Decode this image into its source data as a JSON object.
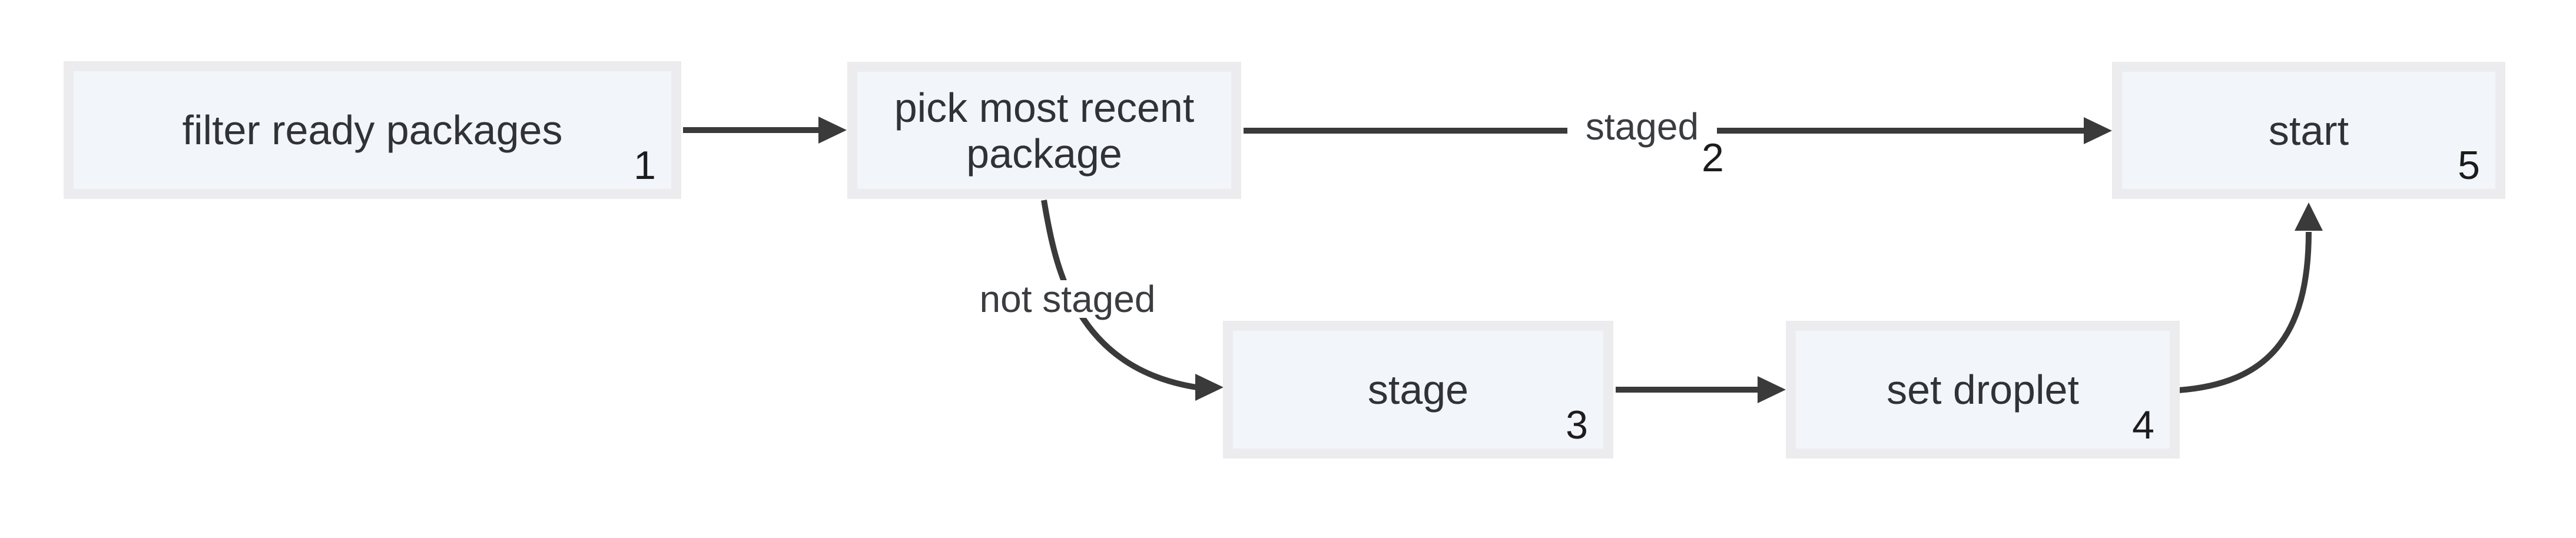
{
  "canvas": {
    "background": "#ffffff",
    "node_fill": "#f2f5f9",
    "node_border": "#ececee",
    "edge_color": "#3a3a3a",
    "text_color": "#303236"
  },
  "nodes": [
    {
      "id": "filter-ready-packages",
      "label": "filter ready packages",
      "number": "1"
    },
    {
      "id": "pick-most-recent-package",
      "label": "pick most recent package",
      "number": ""
    },
    {
      "id": "stage",
      "label": "stage",
      "number": "3"
    },
    {
      "id": "set-droplet",
      "label": "set droplet",
      "number": "4"
    },
    {
      "id": "start",
      "label": "start",
      "number": "5"
    }
  ],
  "edges": [
    {
      "from": "filter ready packages",
      "to": "pick most recent package",
      "label": "",
      "number": ""
    },
    {
      "from": "pick most recent package",
      "to": "start",
      "label": "staged",
      "number": "2"
    },
    {
      "from": "pick most recent package",
      "to": "stage",
      "label": "not staged",
      "number": ""
    },
    {
      "from": "stage",
      "to": "set droplet",
      "label": "",
      "number": ""
    },
    {
      "from": "set droplet",
      "to": "start",
      "label": "",
      "number": ""
    }
  ]
}
